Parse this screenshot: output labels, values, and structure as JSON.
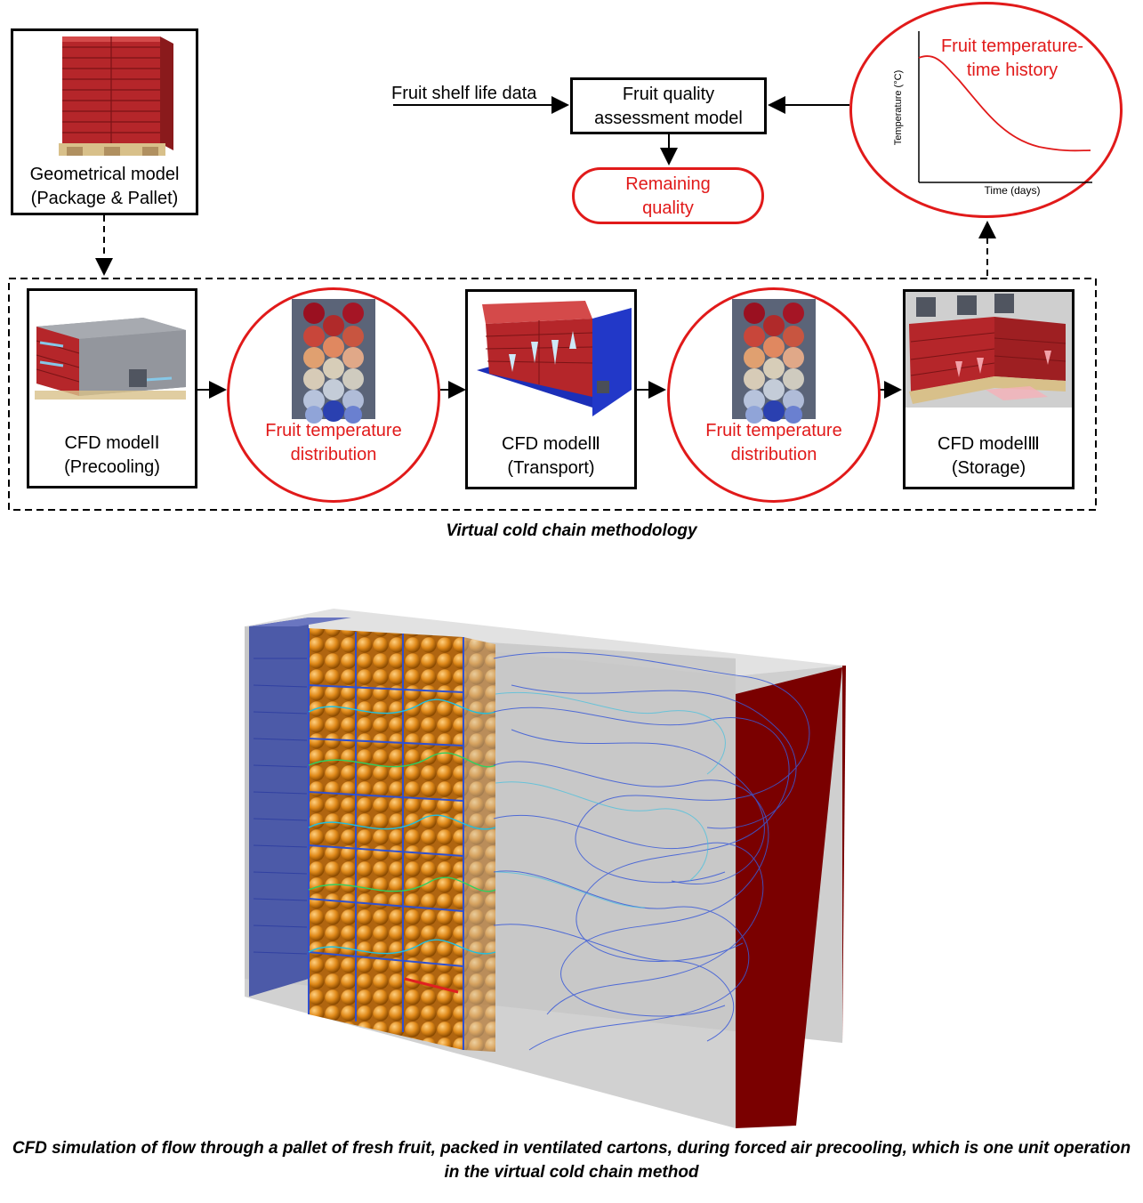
{
  "top": {
    "geometric_model": "Geometrical model\n(Package & Pallet)",
    "shelf_life_input": "Fruit shelf life data",
    "quality_model": "Fruit quality\nassessment model",
    "remaining_quality": "Remaining\nquality",
    "temp_history": {
      "title": "Fruit temperature-\ntime history",
      "ylabel": "Temperature (°C)",
      "xlabel": "Time (days)"
    }
  },
  "chain": {
    "models": [
      {
        "label": "CFD modelⅠ\n(Precooling)"
      },
      {
        "label": "CFD modelⅡ\n(Transport)"
      },
      {
        "label": "CFD modelⅢ\n(Storage)"
      }
    ],
    "distributions": [
      {
        "label": "Fruit temperature\ndistribution"
      },
      {
        "label": "Fruit temperature\ndistribution"
      }
    ],
    "caption": "Virtual cold chain methodology"
  },
  "simulation": {
    "caption": "CFD simulation of flow through a pallet of fresh fruit, packed in ventilated cartons, during forced air precooling, which is one unit operation in the virtual cold chain method"
  },
  "colors": {
    "red_accent": "#e11a1a",
    "crate_red": "#b5262a",
    "trailer_blue": "#1c2fb8",
    "fruit_orange": "#e08a1a",
    "wall_red": "#7a0000",
    "inlet_blue": "#4c5aa8"
  }
}
